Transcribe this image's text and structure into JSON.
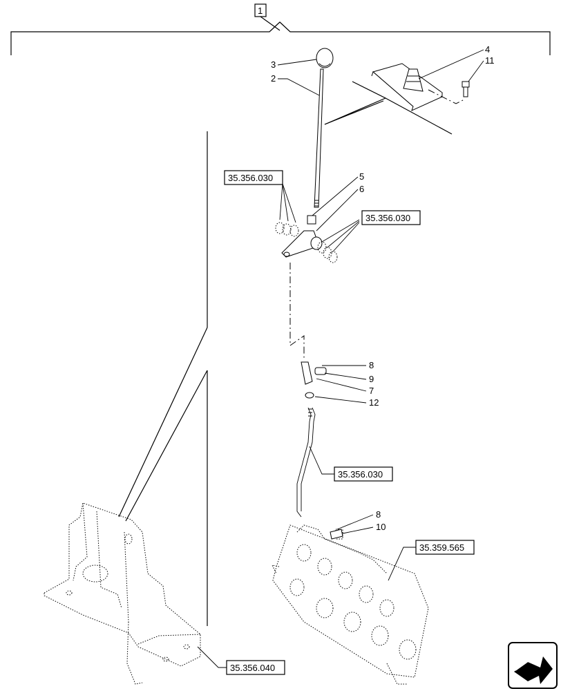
{
  "assembly_number": "1",
  "callouts": {
    "c2": "2",
    "c3": "3",
    "c4": "4",
    "c5": "5",
    "c6": "6",
    "c7": "7",
    "c8a": "8",
    "c8b": "8",
    "c9": "9",
    "c10": "10",
    "c11": "11",
    "c12": "12"
  },
  "references": {
    "ref_a": "35.356.030",
    "ref_b": "35.356.030",
    "ref_c": "35.356.030",
    "ref_d": "35.359.565",
    "ref_e": "35.356.040"
  },
  "icons": {
    "nav": "next-page-arrow-icon"
  }
}
